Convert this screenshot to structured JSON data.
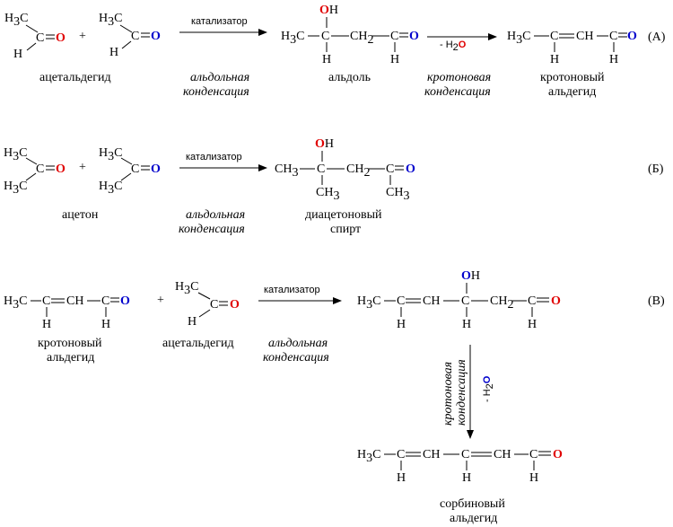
{
  "reactions": {
    "A": {
      "tag": "(А)",
      "reactant1_name": "ацетальдегид",
      "arrow1_label": "катализатор",
      "process1_line1": "альдольная",
      "process1_line2": "конденсация",
      "intermediate_name": "альдоль",
      "arrow2_label": "- H",
      "arrow2_sub": "2",
      "process2_line1": "кротоновая",
      "process2_line2": "конденсация",
      "product_name_line1": "кротоновый",
      "product_name_line2": "альдегид"
    },
    "B": {
      "tag": "(Б)",
      "reactant1_name": "ацетон",
      "arrow_label": "катализатор",
      "process_line1": "альдольная",
      "process_line2": "конденсация",
      "product_name_line1": "диацетоновый",
      "product_name_line2": "спирт"
    },
    "C": {
      "tag": "(В)",
      "reactant1_name_line1": "кротоновый",
      "reactant1_name_line2": "альдегид",
      "reactant2_name": "ацетальдегид",
      "arrow_label": "катализатор",
      "process_line1": "альдольная",
      "process_line2": "конденсация",
      "down_process_line1": "кротоновая",
      "down_process_line2": "конденсация",
      "down_arrow_label": "- H",
      "down_arrow_sub": "2",
      "product_name_line1": "сорбиновый",
      "product_name_line2": "альдегид"
    }
  },
  "atoms": {
    "H3C": "H",
    "three": "3",
    "C": "C",
    "O": "O",
    "H": "H",
    "OH_O": "O",
    "OH_H": "H",
    "CH": "CH",
    "CH2": "CH",
    "two": "2",
    "CH3": "CH",
    "plus": "+"
  },
  "colors": {
    "oxygen_red": "#e00000",
    "oxygen_blue": "#0000cc"
  }
}
